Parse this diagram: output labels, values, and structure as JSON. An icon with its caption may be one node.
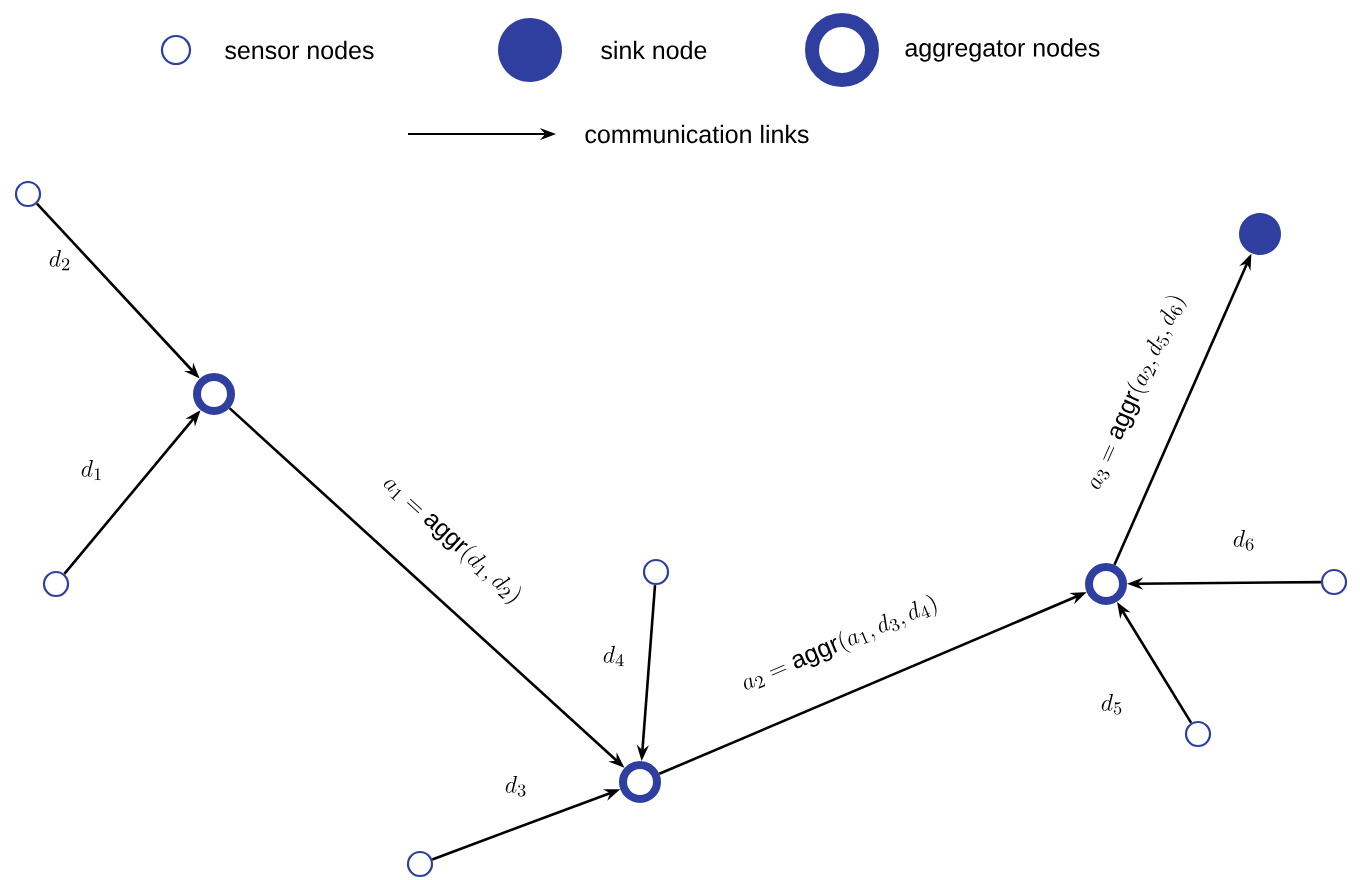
{
  "diagram": {
    "nodes": [
      {
        "text": [],
        "shape": "circle"
      },
      {
        "text": [],
        "shape": "dot"
      },
      {
        "text": [],
        "shape": "ring"
      },
      {
        "text": [],
        "shape": "circle"
      },
      {
        "text": [],
        "shape": "ring"
      },
      {
        "text": [],
        "shape": "circle"
      },
      {
        "text": [],
        "shape": "circle"
      },
      {
        "text": [],
        "shape": "circle"
      },
      {
        "text": [],
        "shape": "ring"
      },
      {
        "text": [],
        "shape": "circle"
      }
    ],
    "edges": [
      {
        "from": 0,
        "to": 2,
        "arrow": "to",
        "label": "d_{2}"
      },
      {
        "from": 6,
        "to": 2,
        "arrow": "to",
        "label": "d_{1}"
      },
      {
        "from": 2,
        "to": 8,
        "arrow": "to",
        "label": "a_{1}=\\mathrm{aggr}(d_{1},d_{2})"
      },
      {
        "from": 3,
        "to": 8,
        "arrow": "to",
        "label": "d_{4}"
      },
      {
        "from": 9,
        "to": 8,
        "arrow": "to",
        "label": "d_{3}"
      },
      {
        "from": 8,
        "to": 4,
        "arrow": "to",
        "label": "a_{2}=\\mathrm{aggr}(a_{1},d_{3},d_{4})"
      },
      {
        "from": 5,
        "to": 4,
        "arrow": "to",
        "label": "d_{6}"
      },
      {
        "from": 7,
        "to": 4,
        "arrow": "to",
        "label": "d_{5}"
      },
      {
        "from": 4,
        "to": 1,
        "arrow": "to",
        "label": "a_{3}=\\mathrm{aggr}(a_{2},d_{5},d_{6})"
      }
    ],
    "legend": [
      {
        "text": "sensor nodes"
      },
      {
        "text": "sink node"
      },
      {
        "text": "aggregator nodes"
      },
      {
        "text": "communication links"
      }
    ]
  }
}
